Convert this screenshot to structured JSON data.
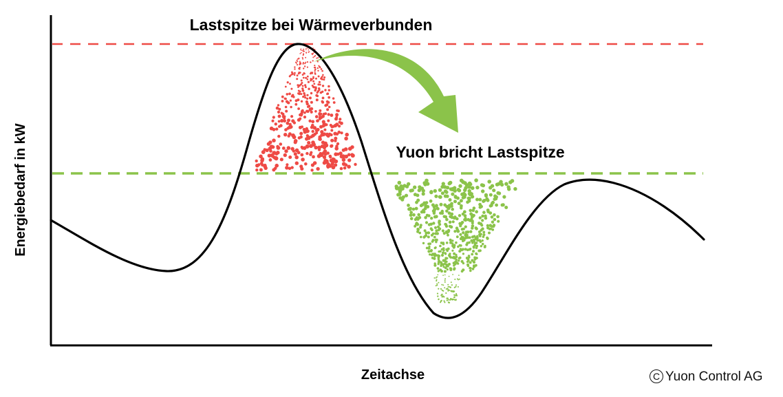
{
  "title": "Lastspitze bei Wärmeverbunden",
  "annotation": "Yuon bricht Lastspitze",
  "axes": {
    "xlabel": "Zeitachse",
    "ylabel": "Energiebedarf in kW"
  },
  "copyright": {
    "symbol": "C",
    "text": "Yuon Control AG"
  },
  "colors": {
    "peak_line": "#ee4a45",
    "cap_line": "#8bc34a",
    "peak_dots": "#ee4a45",
    "shifted_dots": "#8bc34a",
    "arrow": "#8bc34a",
    "curve": "#000000"
  },
  "icons": {
    "arrow": "curved-arrow-icon"
  }
}
